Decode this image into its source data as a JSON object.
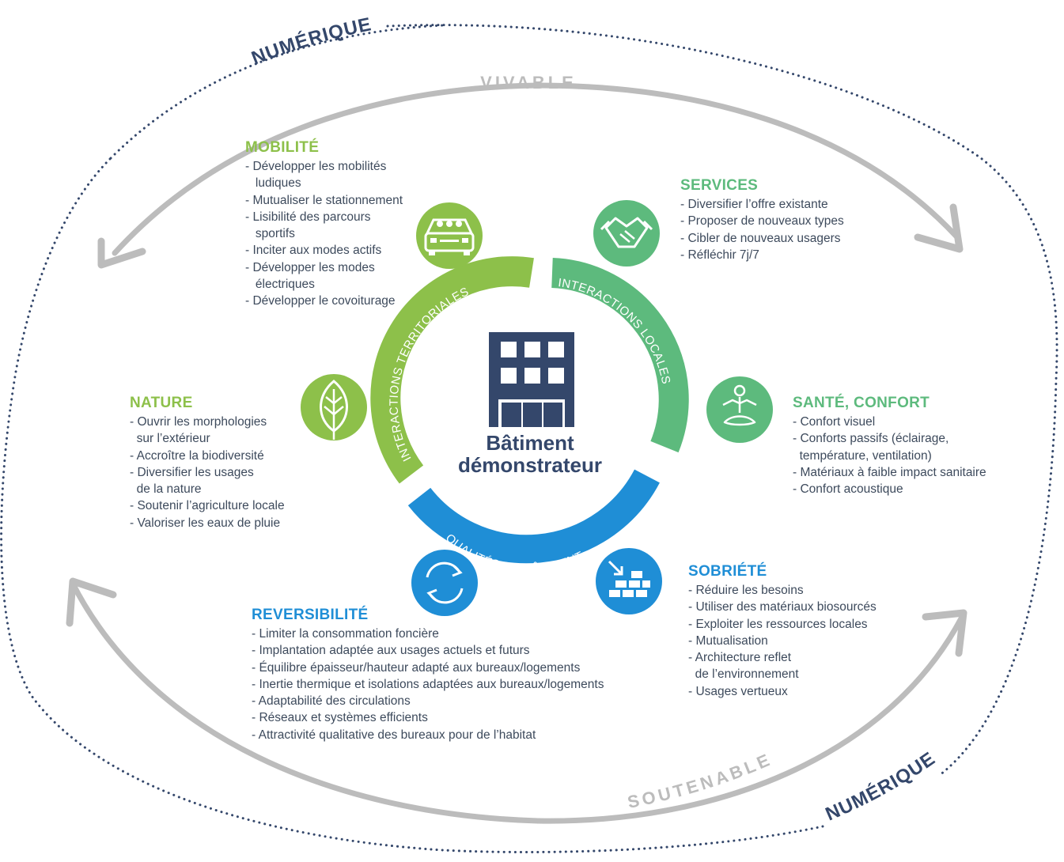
{
  "ring": {
    "top_left_label": "NUMÉRIQUE",
    "bottom_right_label": "NUMÉRIQUE",
    "top_label": "VIVABLE",
    "bottom_label": "SOUTENABLE"
  },
  "center": {
    "line1": "Bâtiment",
    "line2": "démonstrateur",
    "arc_territoriales": "INTERACTIONS TERRITORIALES",
    "arc_locales": "INTERACTIONS LOCALES",
    "arc_qualites": "QUALITÉS DU BÂTIMENT"
  },
  "colors": {
    "navy": "#34476b",
    "green": "#8dc04a",
    "teal": "#5dba7d",
    "blue": "#1f8ed6",
    "grey": "#bcbcbc",
    "text": "#3d4a5c"
  },
  "blocks": {
    "mobilite": {
      "title": "MOBILITÉ",
      "icon": "car-icon",
      "items": [
        "- Développer les mobilités",
        "   ludiques",
        "- Mutualiser le stationnement",
        "- Lisibilité des parcours",
        "   sportifs",
        "- Inciter aux modes actifs",
        "- Développer les modes",
        "   électriques",
        "- Développer le covoiturage"
      ]
    },
    "services": {
      "title": "SERVICES",
      "icon": "handshake-icon",
      "items": [
        "- Diversifier l’offre existante",
        "- Proposer de nouveaux types",
        "- Cibler de nouveaux usagers",
        "- Réfléchir 7j/7"
      ]
    },
    "nature": {
      "title": "NATURE",
      "icon": "leaf-icon",
      "items": [
        "- Ouvrir les morphologies",
        "  sur l’extérieur",
        "- Accroître la biodiversité",
        "- Diversifier les usages",
        "  de la nature",
        "- Soutenir l’agriculture locale",
        "- Valoriser les eaux de pluie"
      ]
    },
    "sante": {
      "title": "SANTÉ, CONFORT",
      "icon": "meditation-icon",
      "items": [
        "- Confort visuel",
        "- Conforts passifs (éclairage,",
        "  température, ventilation)",
        "- Matériaux à faible impact sanitaire",
        "- Confort acoustique"
      ]
    },
    "reversibilite": {
      "title": "REVERSIBILITÉ",
      "icon": "recycle-arrows-icon",
      "items": [
        "- Limiter la consommation foncière",
        "- Implantation adaptée aux usages actuels et futurs",
        "- Équilibre épaisseur/hauteur adapté aux bureaux/logements",
        "- Inertie thermique et isolations adaptées aux bureaux/logements",
        "- Adaptabilité des circulations",
        "- Réseaux et systèmes efficients",
        "- Attractivité qualitative des bureaux pour de l’habitat"
      ]
    },
    "sobriete": {
      "title": "SOBRIÉTÉ",
      "icon": "bricks-icon",
      "items": [
        "- Réduire les besoins",
        "- Utiliser des matériaux biosourcés",
        "- Exploiter les ressources locales",
        "- Mutualisation",
        "- Architecture reflet",
        "  de l’environnement",
        "- Usages vertueux"
      ]
    }
  }
}
